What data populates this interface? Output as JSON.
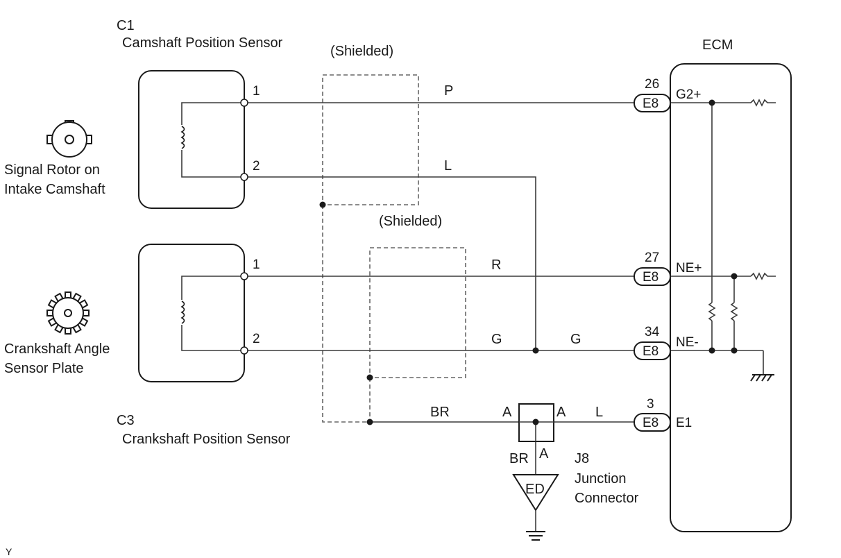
{
  "labels": {
    "c1_code": "C1",
    "c1_name": "Camshaft Position Sensor",
    "rotor_line1": "Signal Rotor on",
    "rotor_line2": "Intake Camshaft",
    "crank_line1": "Crankshaft Angle",
    "crank_line2": "Sensor Plate",
    "c3_code": "C3",
    "c3_name": "Crankshaft Position Sensor",
    "shield_top": "(Shielded)",
    "shield_bottom": "(Shielded)",
    "ecm": "ECM",
    "j8_code": "J8",
    "j8_line1": "Junction",
    "j8_line2": "Connector",
    "ground_code": "ED",
    "corner": "Y"
  },
  "sensor_pins": {
    "c1_pin1": "1",
    "c1_pin2": "2",
    "c3_pin1": "1",
    "c3_pin2": "2"
  },
  "wire_colors": {
    "c1_pin1": "P",
    "c1_pin2": "L",
    "c3_pin1": "R",
    "c3_pin2_left": "G",
    "c3_pin2_right": "G",
    "shield_drain": "BR",
    "j8_to_ecm": "L",
    "j8_to_ground": "BR"
  },
  "j8_pins": {
    "left": "A",
    "right": "A",
    "bottom": "A"
  },
  "ecm_pins": [
    {
      "number": "26",
      "connector": "E8",
      "signal": "G2+"
    },
    {
      "number": "27",
      "connector": "E8",
      "signal": "NE+"
    },
    {
      "number": "34",
      "connector": "E8",
      "signal": "NE-"
    },
    {
      "number": "3",
      "connector": "E8",
      "signal": "E1"
    }
  ]
}
